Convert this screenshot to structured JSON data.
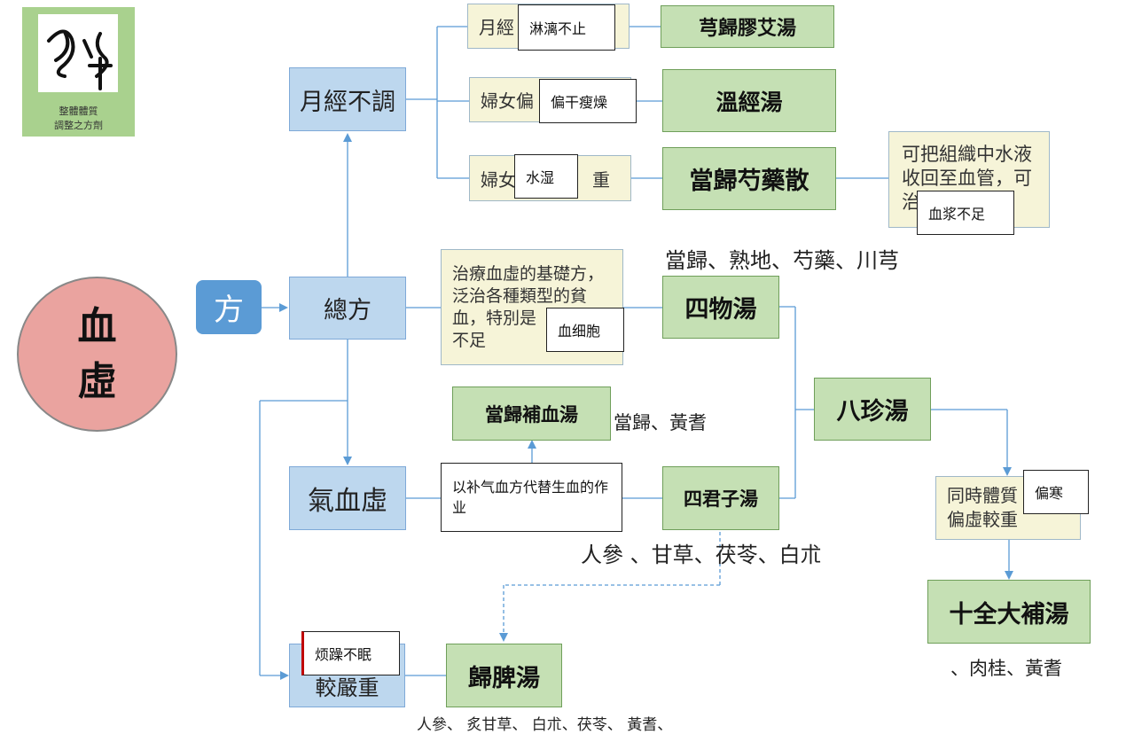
{
  "logo": {
    "line1": "整體體質",
    "line2": "調整之方劑"
  },
  "main_circle": {
    "line1": "血",
    "line2": "虛"
  },
  "fang_label": "方",
  "blue_boxes": {
    "yuejing": "月經不調",
    "zongfang": "總方",
    "qixuexu": "氣血虛",
    "severe_bottom": "較嚴重"
  },
  "cream_boxes": {
    "yuejing_sub1": "月經",
    "yuejing_sub2": "婦女偏",
    "yuejing_sub3_a": "婦女",
    "yuejing_sub3_b": "重",
    "siwu_desc": [
      "治療血虛的基礎方，",
      "泛治各種類型的貧",
      "血，特別是",
      "不足"
    ],
    "danggui_desc": [
      "可把組織中水液",
      "收回至血管，可",
      "治"
    ],
    "bazhen_desc": [
      "同時體質",
      "偏虛較重"
    ]
  },
  "green_boxes": {
    "xionggui": "芎歸膠艾湯",
    "wenjing": "溫經湯",
    "dangguishaoyao": "當歸芍藥散",
    "siwu": "四物湯",
    "danggui_buxue": "當歸補血湯",
    "sijunzi": "四君子湯",
    "bazhen": "八珍湯",
    "shiquan": "十全大補湯",
    "guipi": "歸脾湯"
  },
  "notes": {
    "linli": "淋漓不止",
    "piangan": "偏干瘦燥",
    "shuishi": "水湿",
    "xuejiang": "血浆不足",
    "xuexibao": "血细胞",
    "yibuqi": "以补气血方代替生血的作业",
    "pianhan": "偏寒",
    "fanzao": "烦躁不眠"
  },
  "ingredients": {
    "siwu": "當歸、熟地、芍藥、川芎",
    "danggui_buxue": "當歸、黃耆",
    "sijunzi": "人參 、甘草、茯苓、白朮",
    "shiquan": "、肉桂、黃耆",
    "guipi": "人參、 炙甘草、 白朮、茯苓、 黃耆、"
  },
  "colors": {
    "blue_box": "#bdd7ee",
    "green_box": "#c5e0b4",
    "cream_box": "#f6f4d8",
    "circle": "#eaa39f",
    "fang": "#5b9bd5",
    "connector": "#5b9bd5"
  }
}
